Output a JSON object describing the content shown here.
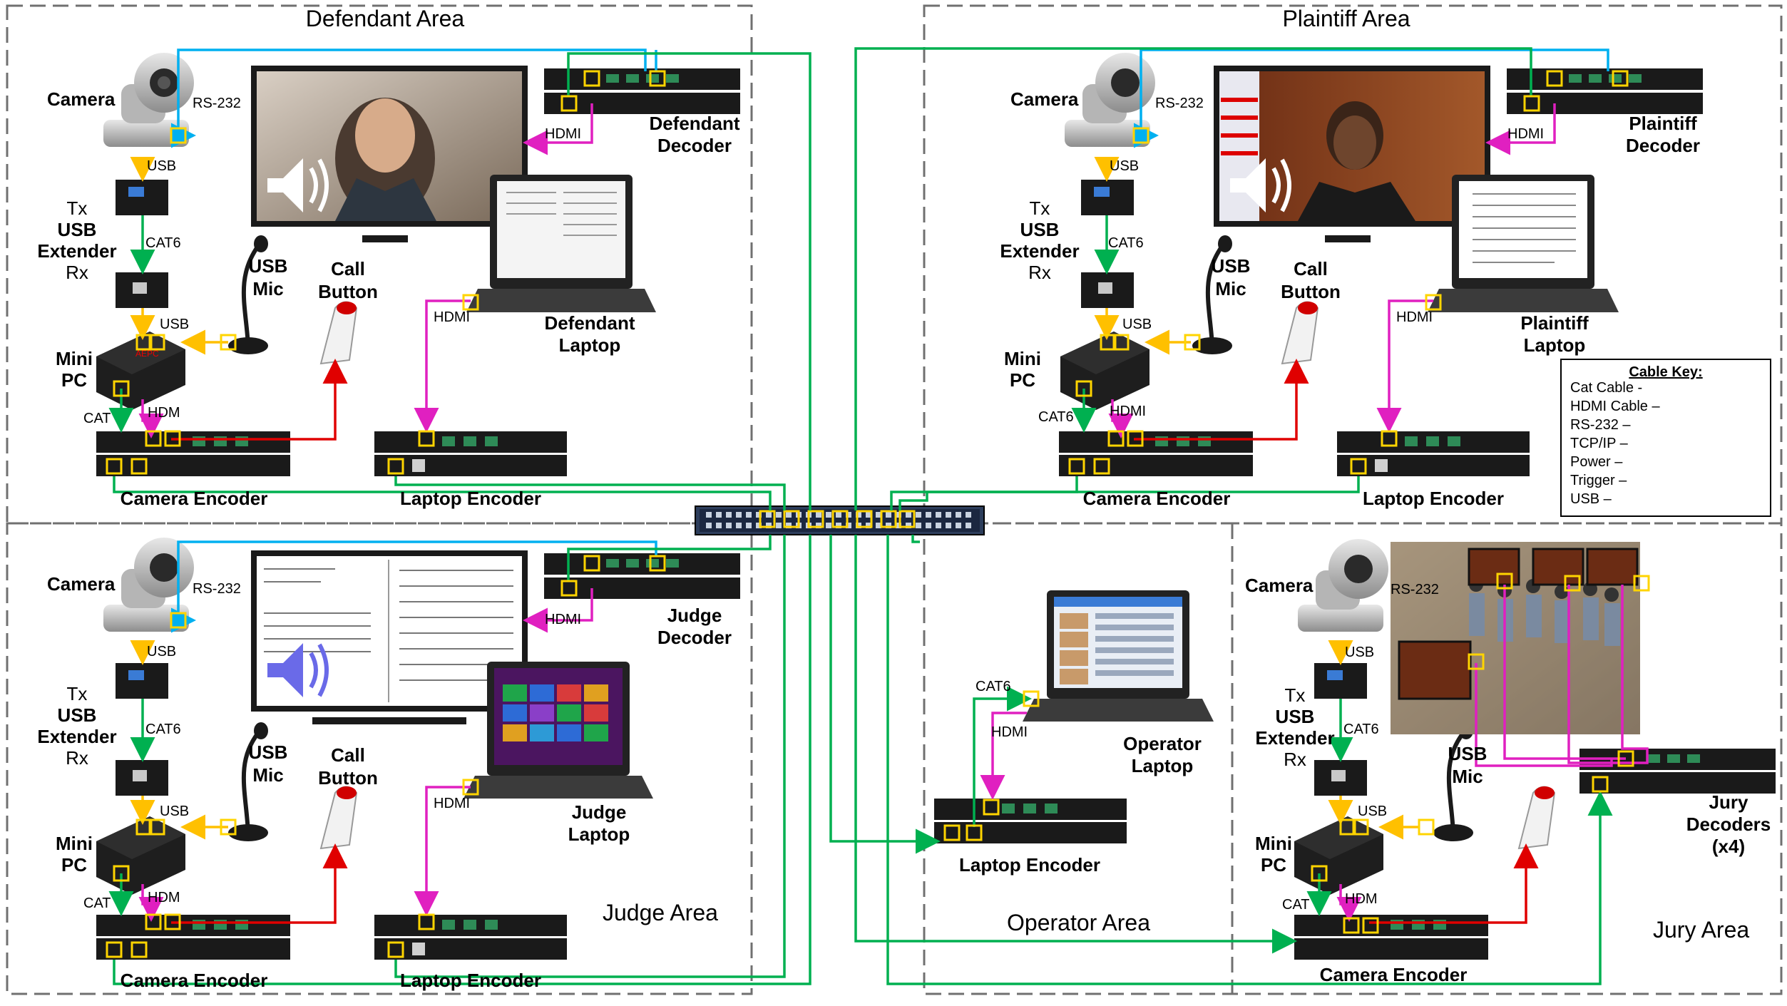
{
  "areas": {
    "defendant": "Defendant Area",
    "plaintiff": "Plaintiff Area",
    "judge": "Judge Area",
    "operator": "Operator Area",
    "jury": "Jury Area"
  },
  "devices": {
    "camera": "Camera",
    "tx": "Tx",
    "usb": "USB",
    "extender": "Extender",
    "rx": "Rx",
    "mini": "Mini",
    "pc": "PC",
    "usb_mic_1": "USB",
    "usb_mic_2": "Mic",
    "call": "Call",
    "button": "Button",
    "camera_encoder": "Camera Encoder",
    "laptop_encoder": "Laptop Encoder",
    "defendant_decoder_1": "Defendant",
    "defendant_decoder_2": "Decoder",
    "plaintiff_decoder_1": "Plaintiff",
    "plaintiff_decoder_2": "Decoder",
    "judge_decoder_1": "Judge",
    "judge_decoder_2": "Decoder",
    "defendant_laptop_1": "Defendant",
    "defendant_laptop_2": "Laptop",
    "plaintiff_laptop_1": "Plaintiff",
    "plaintiff_laptop_2": "Laptop",
    "judge_laptop_1": "Judge",
    "judge_laptop_2": "Laptop",
    "operator_laptop_1": "Operator",
    "operator_laptop_2": "Laptop",
    "jury_decoders_1": "Jury",
    "jury_decoders_2": "Decoders",
    "jury_decoders_3": "(x4)"
  },
  "wires": {
    "rs232": "RS-232",
    "usb": "USB",
    "cat6": "CAT6",
    "cat": "CAT",
    "hdmi": "HDMI",
    "hdm": "HDM",
    "hdmi_upper": "HDMI"
  },
  "cable_key": {
    "title": "Cable Key:",
    "rows": [
      {
        "label": "Cat Cable -",
        "color": "#00b050"
      },
      {
        "label": "HDMI Cable –",
        "color": "#000000"
      },
      {
        "label": "RS-232 –",
        "color": "#00b0f0"
      },
      {
        "label": "TCP/IP –",
        "color": "#00c896"
      },
      {
        "label": "Power –",
        "color": "#7030a0"
      },
      {
        "label": "Trigger –",
        "color": "#e00000"
      },
      {
        "label": "USB –",
        "color": "#ffc000"
      }
    ]
  },
  "colors": {
    "cat": "#00b050",
    "hdmi_magenta": "#e020c0",
    "rs232": "#00b0f0",
    "usb": "#ffc000",
    "trigger": "#e00000",
    "dashed_border": "#707070",
    "device_dark": "#1a1a1a"
  }
}
